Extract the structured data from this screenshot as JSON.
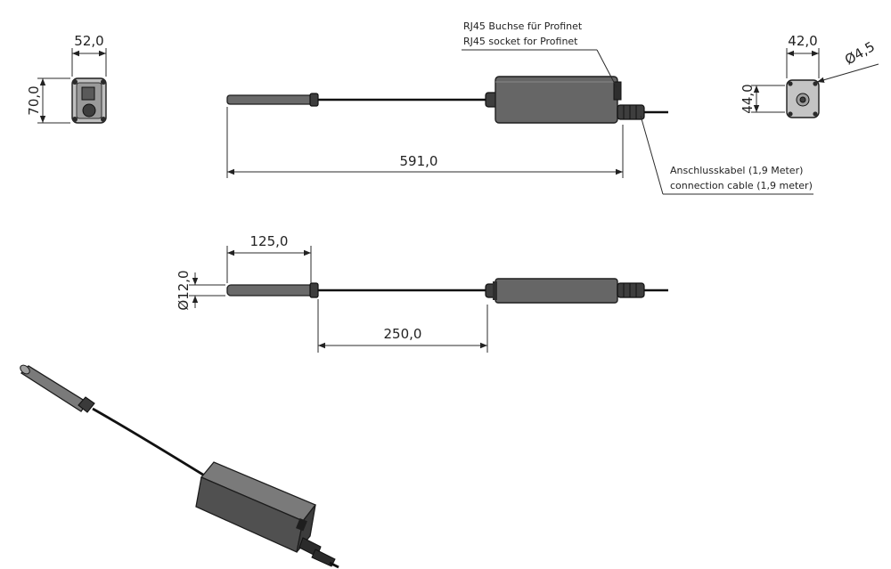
{
  "dimensions": {
    "left_width": "52,0",
    "left_height": "70,0",
    "total_length": "591,0",
    "right_width": "42,0",
    "right_height": "44,0",
    "hole_diameter": "Ø4,5",
    "probe_length": "125,0",
    "probe_diameter": "Ø12,0",
    "cable_length": "250,0"
  },
  "notes": {
    "rj45_de": "RJ45 Buchse für Profinet",
    "rj45_en": "RJ45 socket for Profinet",
    "cable_de": "Anschlusskabel (1,9 Meter)",
    "cable_en": "connection cable (1,9 meter)"
  },
  "colors": {
    "ink": "#2b2b2b",
    "body": "#666666",
    "dark": "#3e3e3e"
  }
}
